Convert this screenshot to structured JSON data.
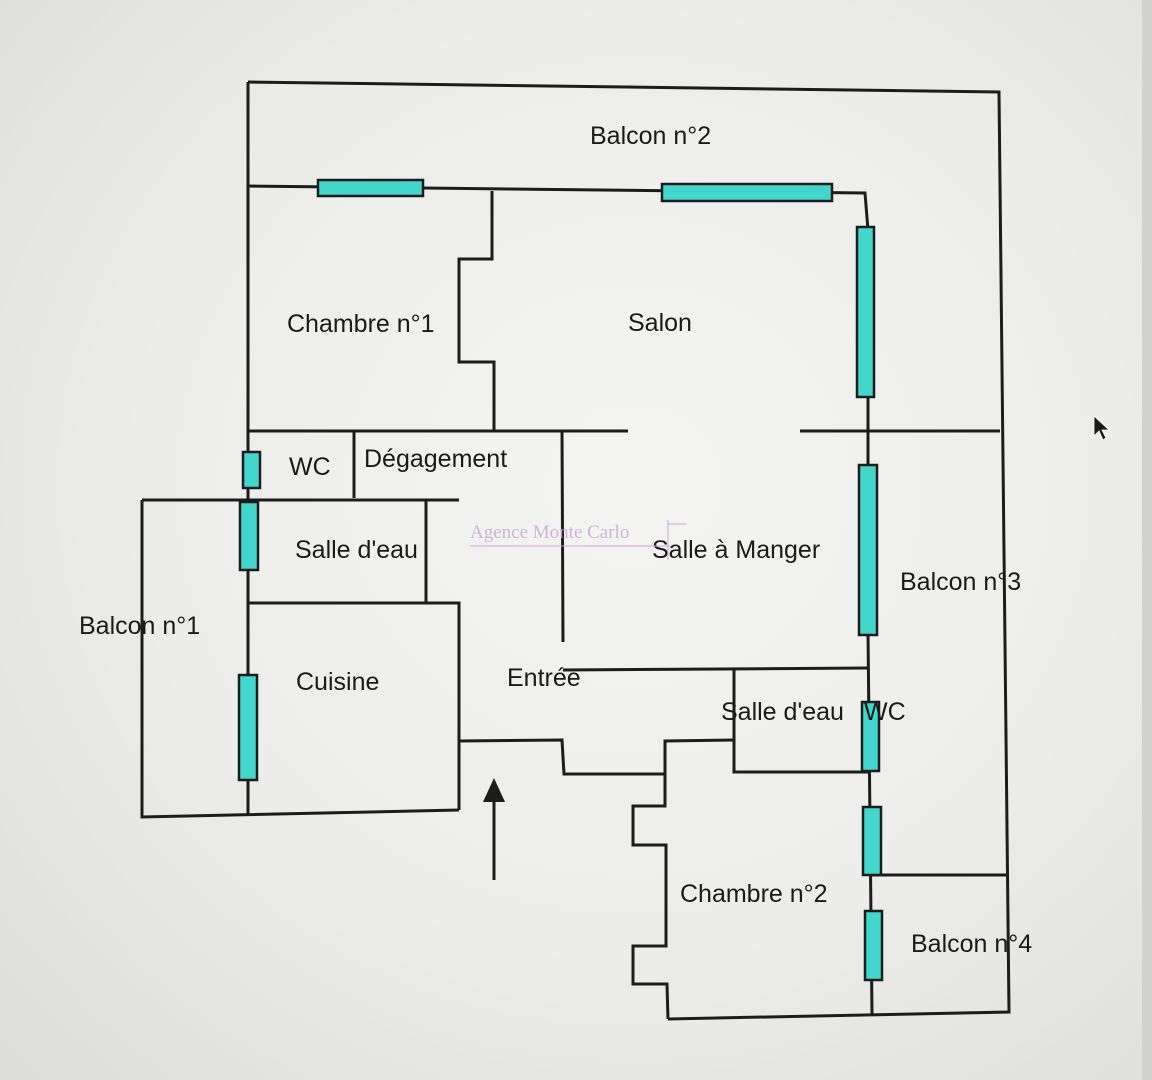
{
  "plan": {
    "rooms": {
      "balcon2": "Balcon n°2",
      "chambre1": "Chambre n°1",
      "salon": "Salon",
      "wc": "WC",
      "degagement": "Dégagement",
      "salle_eau_1": "Salle d'eau",
      "salle_a_manger": "Salle à Manger",
      "balcon3": "Balcon n°3",
      "balcon1": "Balcon n°1",
      "cuisine": "Cuisine",
      "entree": "Entrée",
      "salle_eau_2": "Salle d'eau",
      "wc2": "WC",
      "chambre2": "Chambre n°2",
      "balcon4": "Balcon n°4"
    },
    "watermark": "Agence Monte Carlo",
    "colors": {
      "wall": "#1c1c1c",
      "window": "#43d6cc",
      "background": "#ececea"
    },
    "icons": {
      "entry": "entry-arrow-icon",
      "cursor": "mouse-cursor-icon"
    }
  }
}
